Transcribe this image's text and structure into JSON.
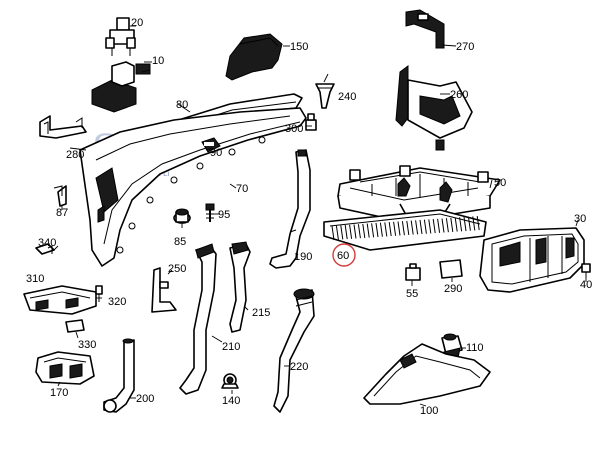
{
  "watermark": {
    "brand": "SOL",
    "tagline": "Sales On Li"
  },
  "highlighted_part": "60",
  "parts": [
    {
      "id": "p20",
      "label": "20"
    },
    {
      "id": "p10",
      "label": "10"
    },
    {
      "id": "p150",
      "label": "150"
    },
    {
      "id": "p270",
      "label": "270"
    },
    {
      "id": "p80",
      "label": "80"
    },
    {
      "id": "p240",
      "label": "240"
    },
    {
      "id": "p260",
      "label": "260"
    },
    {
      "id": "p280",
      "label": "280"
    },
    {
      "id": "p90",
      "label": "90"
    },
    {
      "id": "p300",
      "label": "300"
    },
    {
      "id": "p70",
      "label": "70"
    },
    {
      "id": "p50",
      "label": "50"
    },
    {
      "id": "p87",
      "label": "87"
    },
    {
      "id": "p95",
      "label": "95"
    },
    {
      "id": "p85",
      "label": "85"
    },
    {
      "id": "p30",
      "label": "30"
    },
    {
      "id": "p340",
      "label": "340"
    },
    {
      "id": "p190",
      "label": "190"
    },
    {
      "id": "p60",
      "label": "60"
    },
    {
      "id": "p250",
      "label": "250"
    },
    {
      "id": "p310",
      "label": "310"
    },
    {
      "id": "p320",
      "label": "320"
    },
    {
      "id": "p215",
      "label": "215"
    },
    {
      "id": "p55",
      "label": "55"
    },
    {
      "id": "p290",
      "label": "290"
    },
    {
      "id": "p40",
      "label": "40"
    },
    {
      "id": "p330",
      "label": "330"
    },
    {
      "id": "p210",
      "label": "210"
    },
    {
      "id": "p220",
      "label": "220"
    },
    {
      "id": "p110",
      "label": "110"
    },
    {
      "id": "p170",
      "label": "170"
    },
    {
      "id": "p200",
      "label": "200"
    },
    {
      "id": "p140",
      "label": "140"
    },
    {
      "id": "p100",
      "label": "100"
    }
  ]
}
